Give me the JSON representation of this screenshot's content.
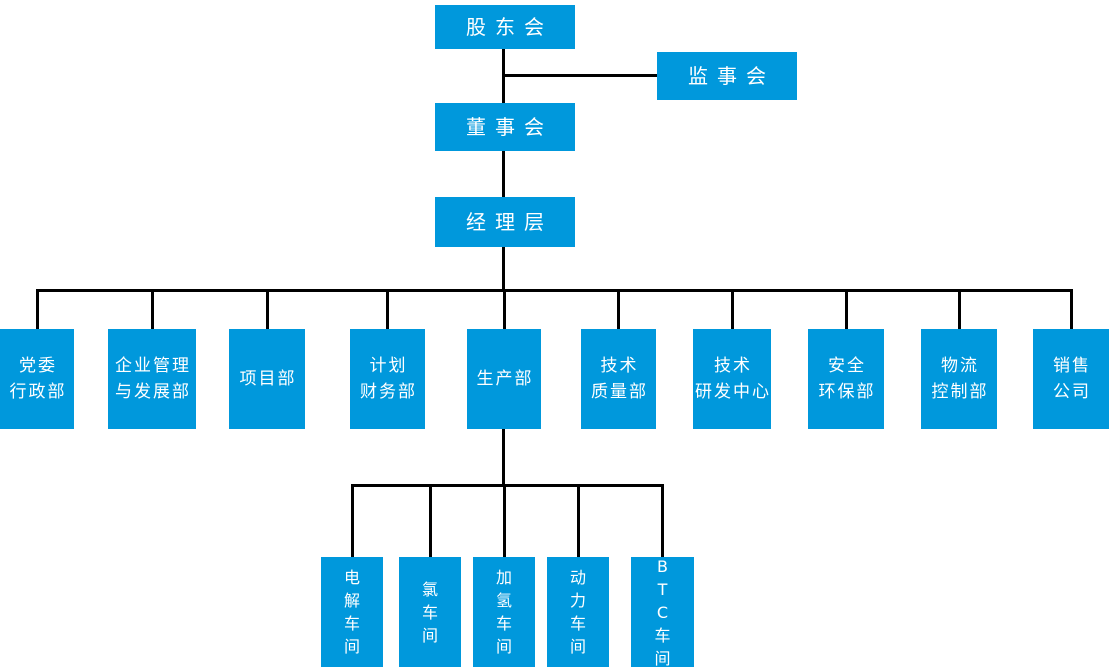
{
  "org_chart": {
    "colors": {
      "box_fill": "#0098DC",
      "box_text": "#FFFFFF",
      "connector": "#000000"
    },
    "top_nodes": {
      "shareholders": {
        "label": "股东会"
      },
      "supervisory_board": {
        "label": "监事会"
      },
      "board_of_directors": {
        "label": "董事会"
      },
      "management": {
        "label": "经理层"
      }
    },
    "departments": [
      {
        "lines": [
          "党委",
          "行政部"
        ]
      },
      {
        "lines": [
          "企业管理",
          "与发展部"
        ]
      },
      {
        "lines": [
          "项目部"
        ]
      },
      {
        "lines": [
          "计划",
          "财务部"
        ]
      },
      {
        "lines": [
          "生产部"
        ]
      },
      {
        "lines": [
          "技术",
          "质量部"
        ]
      },
      {
        "lines": [
          "技术",
          "研发中心"
        ]
      },
      {
        "lines": [
          "安全",
          "环保部"
        ]
      },
      {
        "lines": [
          "物流",
          "控制部"
        ]
      },
      {
        "lines": [
          "销售",
          "公司"
        ]
      }
    ],
    "workshops": [
      {
        "lines": [
          "电",
          "解",
          "车",
          "间"
        ]
      },
      {
        "lines": [
          "氯",
          "车",
          "间"
        ]
      },
      {
        "lines": [
          "加",
          "氢",
          "车",
          "间"
        ]
      },
      {
        "lines": [
          "动",
          "力",
          "车",
          "间"
        ]
      },
      {
        "lines": [
          "B",
          "T",
          "C",
          "车",
          "间"
        ]
      }
    ]
  }
}
